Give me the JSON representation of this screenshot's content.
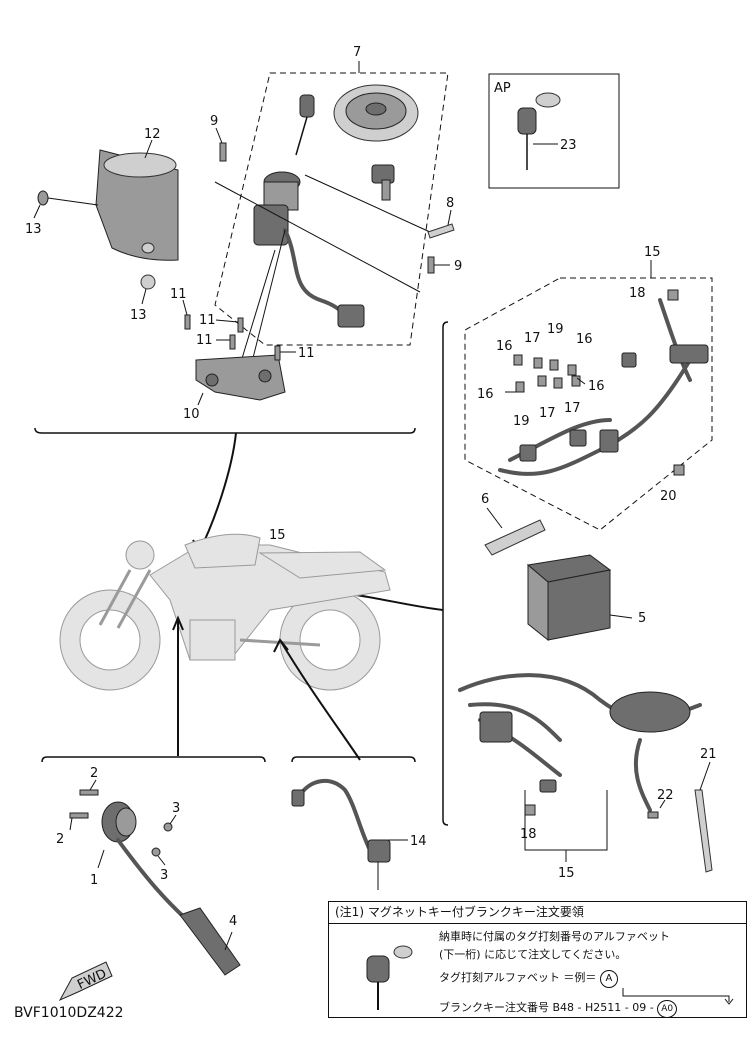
{
  "callouts": {
    "c1": "1",
    "c2a": "2",
    "c2b": "2",
    "c3a": "3",
    "c3b": "3",
    "c4": "4",
    "c5": "5",
    "c6": "6",
    "c7": "7",
    "c8": "8",
    "c9a": "9",
    "c9b": "9",
    "c10": "10",
    "c11a": "11",
    "c11b": "11",
    "c11c": "11",
    "c11d": "11",
    "c12": "12",
    "c13a": "13",
    "c13b": "13",
    "c14": "14",
    "c15a": "15",
    "c15b": "15",
    "c15c": "15",
    "c16a": "16",
    "c16b": "16",
    "c16c": "16",
    "c16d": "16",
    "c17a": "17",
    "c17b": "17",
    "c17c": "17",
    "c18a": "18",
    "c18b": "18",
    "c19a": "19",
    "c19b": "19",
    "c20": "20",
    "c21": "21",
    "c22": "22",
    "c23": "23"
  },
  "ap_label": "AP",
  "fwd_label": "FWD",
  "doc_code": "BVF1010DZ422",
  "note": {
    "title": "(注1) マグネットキー付ブランクキー注文要領",
    "line1": "納車時に付属のタグ打刻番号のアルファベット",
    "line2": "(下一桁) に応じて注文してください。",
    "line3_prefix": "タグ打刻アルファベット ＝例＝",
    "example_letter": "A",
    "line4_prefix": "ブランクキー注文番号  B48 - H2511 - 09 -",
    "order_suffix": "A0"
  },
  "colors": {
    "line": "#111111",
    "part": "#9a9a9a",
    "bike": "#e4e4e4"
  }
}
